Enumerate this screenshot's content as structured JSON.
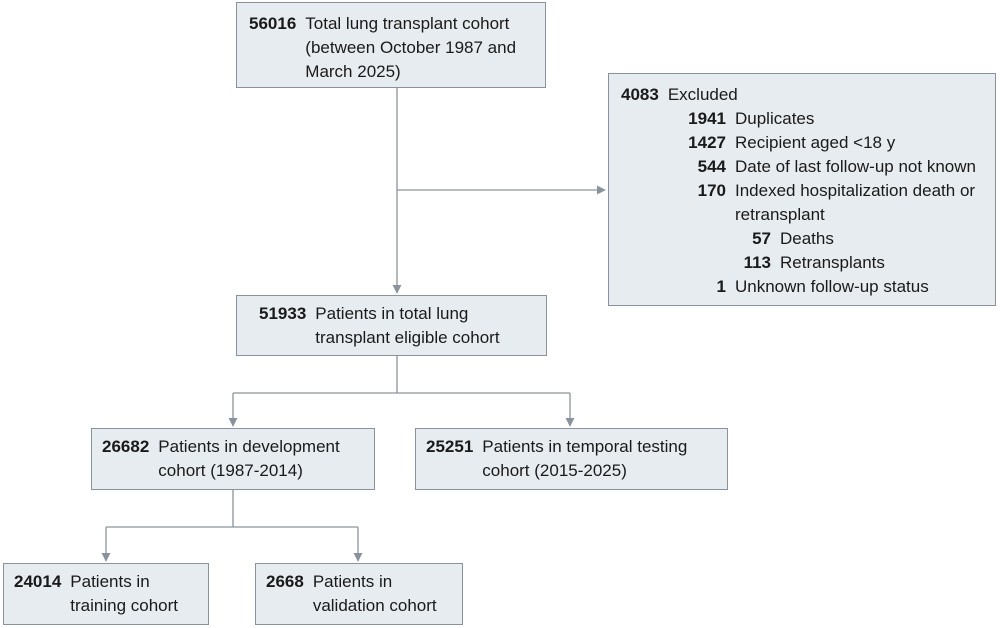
{
  "total": {
    "count": "56016",
    "text": "Total lung transplant cohort (between October 1987 and March 2025)"
  },
  "excluded": {
    "count": "4083",
    "label": "Excluded",
    "items": [
      {
        "count": "1941",
        "text": "Duplicates"
      },
      {
        "count": "1427",
        "text": "Recipient aged <18 y"
      },
      {
        "count": "544",
        "text": "Date of last follow-up not known"
      },
      {
        "count": "170",
        "text": "Indexed hospitalization death or retransplant"
      }
    ],
    "subitems": [
      {
        "count": "57",
        "text": "Deaths"
      },
      {
        "count": "113",
        "text": "Retransplants"
      }
    ],
    "unknown": {
      "count": "1",
      "text": "Unknown follow-up status"
    }
  },
  "eligible": {
    "count": "51933",
    "text": "Patients in total lung transplant eligible cohort"
  },
  "development": {
    "count": "26682",
    "text": "Patients in development cohort (1987-2014)"
  },
  "temporal": {
    "count": "25251",
    "text": "Patients in temporal testing cohort (2015-2025)"
  },
  "training": {
    "count": "24014",
    "text": "Patients in training cohort"
  },
  "validation": {
    "count": "2668",
    "text": "Patients in validation cohort"
  },
  "colors": {
    "box_fill": "#e7ecf0",
    "box_border": "#8a939b",
    "connector": "#8a939b"
  }
}
